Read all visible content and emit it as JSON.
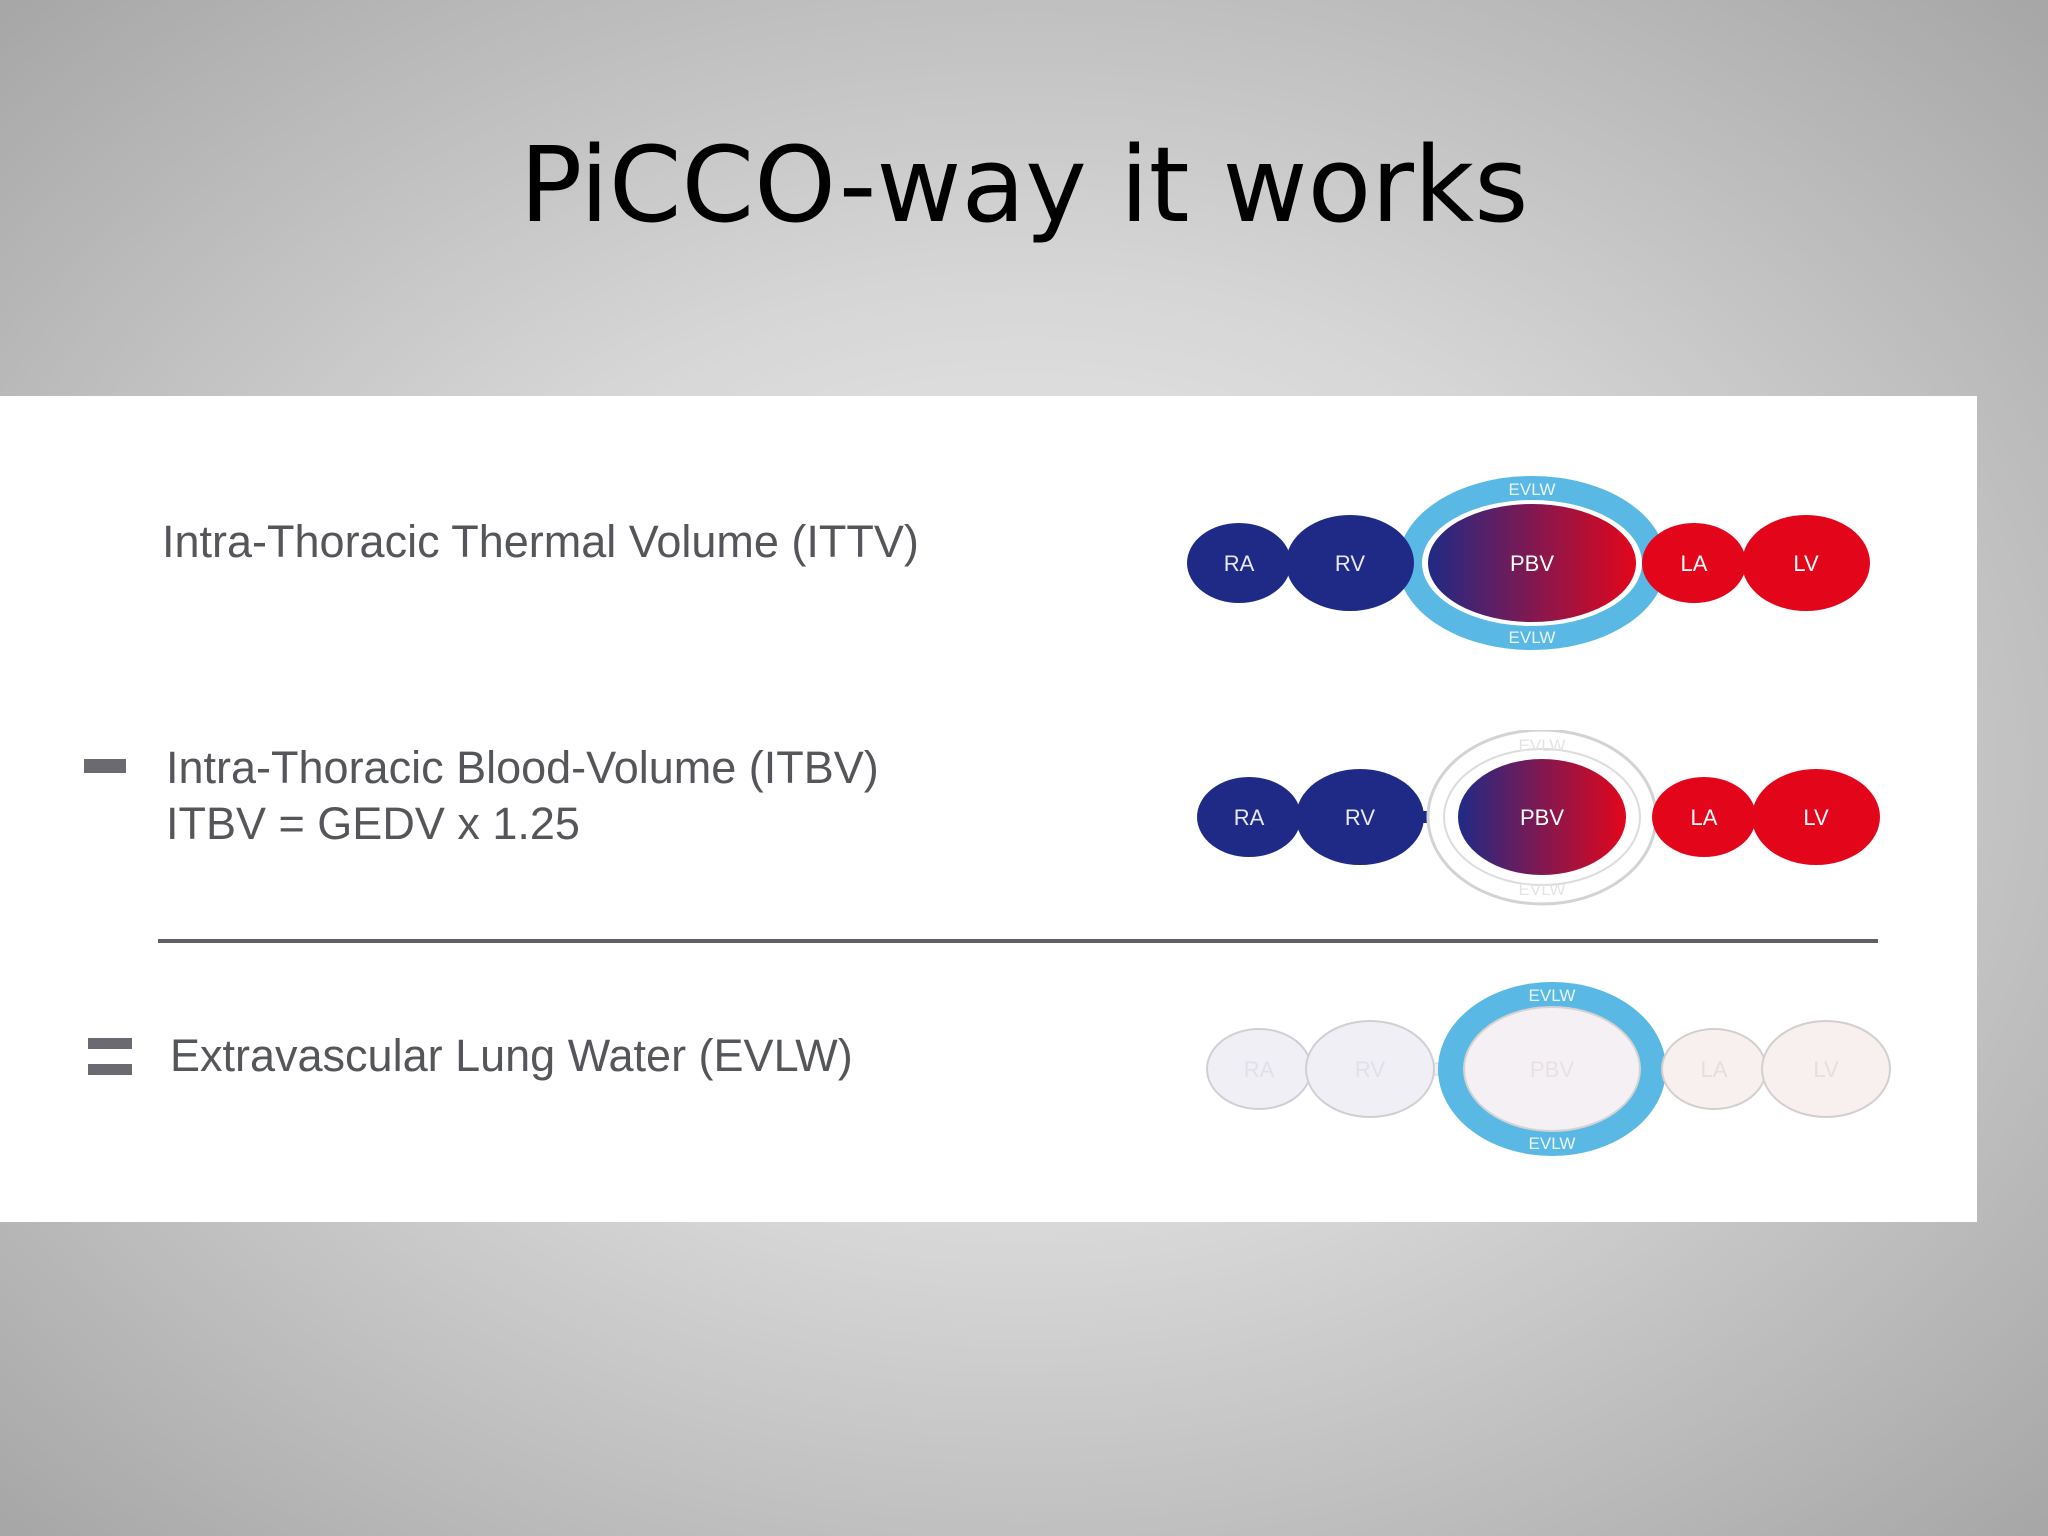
{
  "slide": {
    "title": "PiCCO-way it works"
  },
  "rows": [
    {
      "operator": "",
      "label_line1": "Intra-Thoracic Thermal Volume (ITTV)",
      "label_line2": "",
      "diagram": {
        "ra": "RA",
        "rv": "RV",
        "pbv": "PBV",
        "la": "LA",
        "lv": "LV",
        "ring_top": "EVLW",
        "ring_bottom": "EVLW"
      }
    },
    {
      "operator": "-",
      "label_line1": "Intra-Thoracic Blood-Volume (ITBV)",
      "label_line2": "ITBV = GEDV x 1.25",
      "diagram": {
        "ra": "RA",
        "rv": "RV",
        "pbv": "PBV",
        "la": "LA",
        "lv": "LV",
        "ring_top": "EVLW",
        "ring_bottom": "EVLW"
      }
    },
    {
      "operator": "=",
      "label_line1": "Extravascular Lung Water (EVLW)",
      "label_line2": "",
      "diagram": {
        "ra": "RA",
        "rv": "RV",
        "pbv": "PBV",
        "la": "LA",
        "lv": "LV",
        "ring_top": "EVLW",
        "ring_bottom": "EVLW"
      }
    }
  ],
  "colors": {
    "venous_blue": "#1f2a86",
    "arterial_red": "#e3061b",
    "lung_water_cyan": "#5ab8e4",
    "divider": "#5f6068",
    "label_text": "#55565a"
  }
}
